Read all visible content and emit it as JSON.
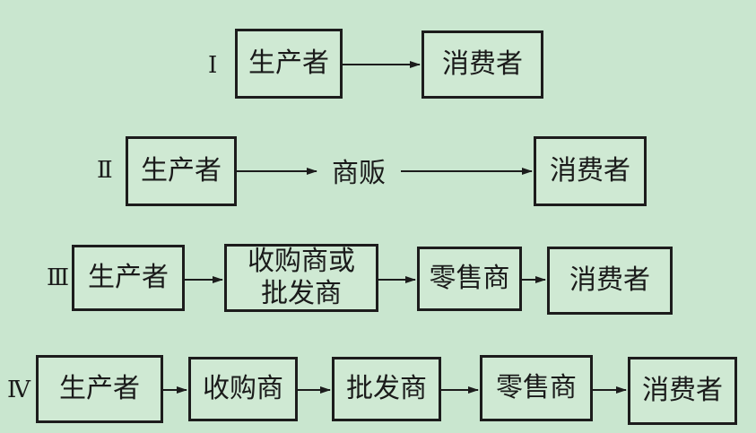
{
  "rows": [
    {
      "numeral": "Ⅰ",
      "nodes": [
        "生产者",
        "消费者"
      ]
    },
    {
      "numeral": "Ⅱ",
      "nodes": [
        "生产者",
        "商贩",
        "消费者"
      ]
    },
    {
      "numeral": "Ⅲ",
      "nodes": [
        "生产者",
        "收购商或批发商",
        "零售商",
        "消费者"
      ]
    },
    {
      "numeral": "Ⅳ",
      "nodes": [
        "生产者",
        "收购商",
        "批发商",
        "零售商",
        "消费者"
      ]
    }
  ],
  "row3_node2_lines": [
    "收购商或",
    "批发商"
  ]
}
